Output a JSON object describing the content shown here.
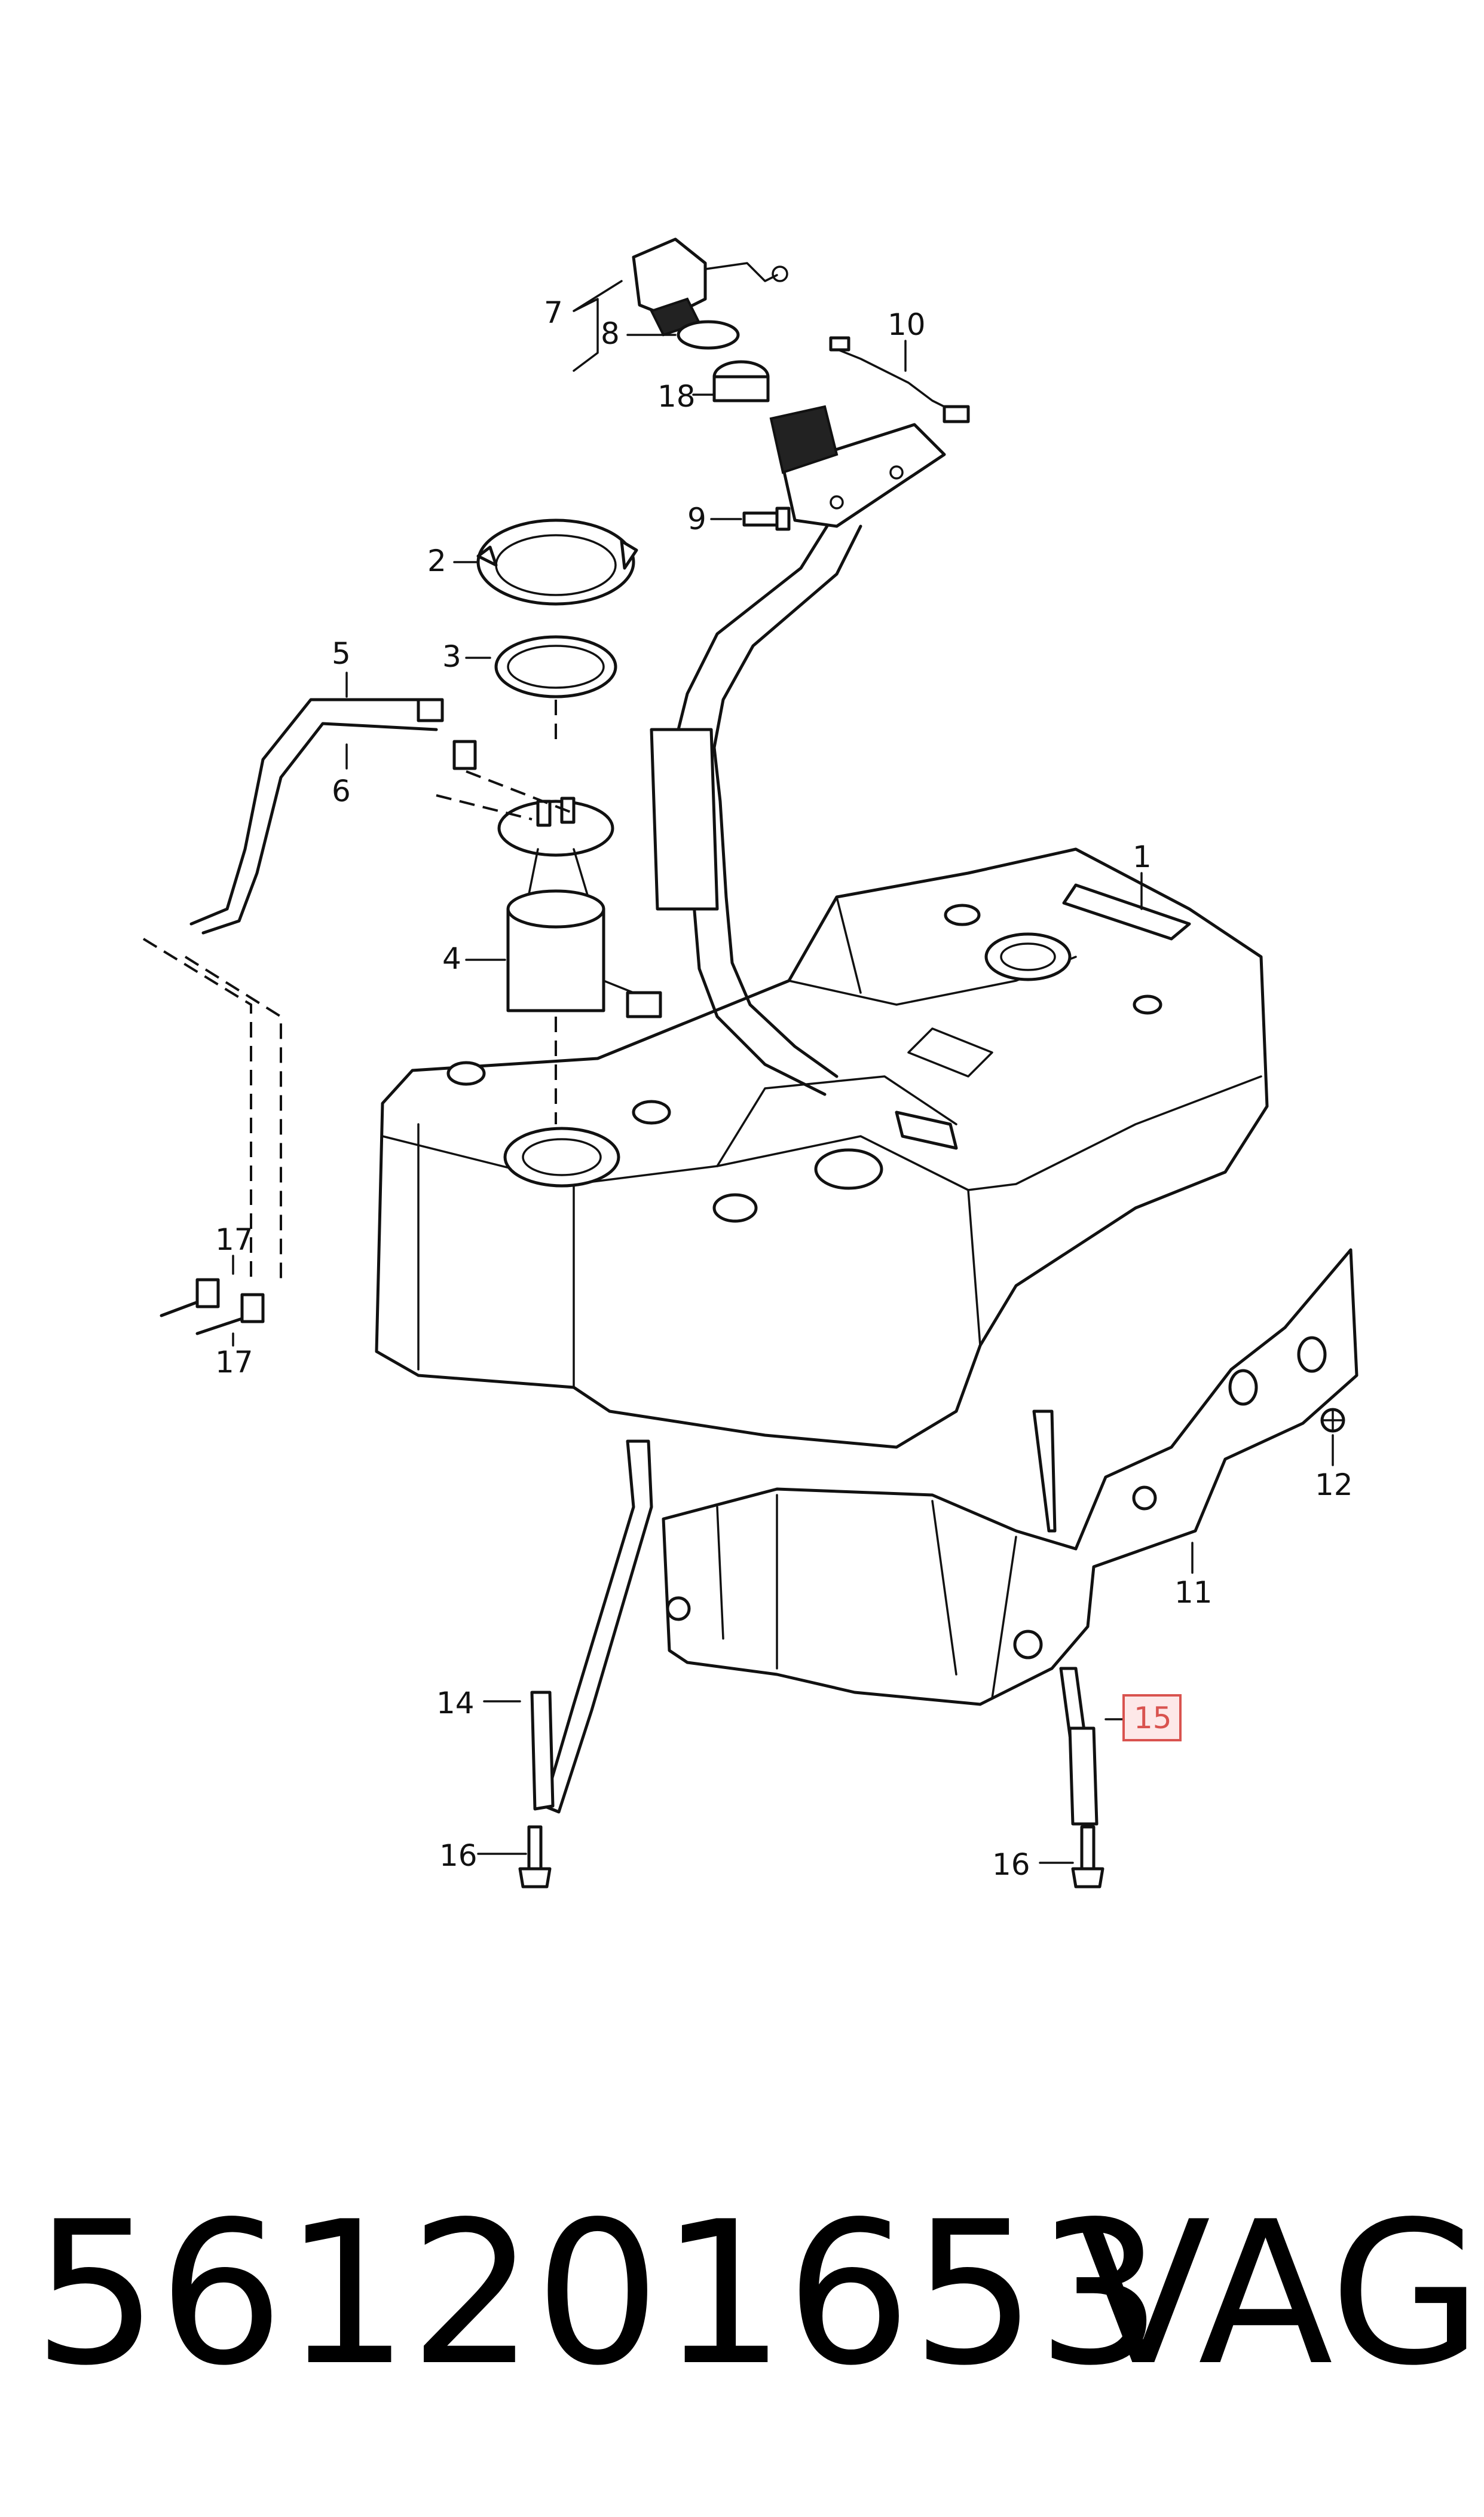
{
  "callouts": {
    "c1": "1",
    "c2": "2",
    "c3": "3",
    "c4": "4",
    "c5": "5",
    "c6": "6",
    "c7": "7",
    "c8": "8",
    "c9": "9",
    "c10": "10",
    "c11": "11",
    "c12": "12",
    "c14": "14",
    "c15": "15",
    "c16a": "16",
    "c16b": "16",
    "c17a": "17",
    "c17b": "17",
    "c18": "18"
  },
  "highlight": {
    "callout": "15",
    "fill": "#fde8e8",
    "stroke": "#d9534f"
  },
  "footer": {
    "part_number": "561201653",
    "brand": "VAG"
  }
}
